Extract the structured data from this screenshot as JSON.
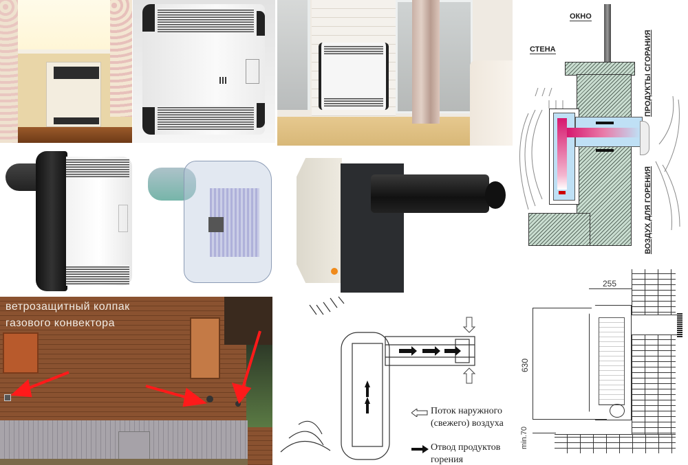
{
  "collage": {
    "tiles": [
      {
        "id": "photo-convector-under-window",
        "kind": "photo"
      },
      {
        "id": "photo-white-convector-front",
        "kind": "photo"
      },
      {
        "id": "photo-convector-interior-room",
        "kind": "photo"
      },
      {
        "id": "diagram-wall-cross-section",
        "kind": "diagram"
      },
      {
        "id": "photo-convector-with-pipe",
        "kind": "photo"
      },
      {
        "id": "render-transparent-convector",
        "kind": "render"
      },
      {
        "id": "photo-convector-side-black-pipe",
        "kind": "photo"
      },
      {
        "id": "photo-house-wall-with-caps",
        "kind": "photo"
      },
      {
        "id": "diagram-airflow-scheme",
        "kind": "diagram"
      },
      {
        "id": "diagram-installation-dimensions",
        "kind": "diagram"
      }
    ]
  },
  "wall_diagram": {
    "label_window": "ОКНО",
    "label_wall": "СТЕНА",
    "label_exhaust": "ПРОДУКТЫ СГОРАНИЯ",
    "label_intake": "ВОЗДУХ ДЛЯ ГОРЕНИЯ",
    "colors": {
      "hatch": "#c9ddd0",
      "heat": "#d6186e",
      "air": "#bfe0f5",
      "flame": "#cc0000"
    }
  },
  "house_photo": {
    "caption_line1": "ветрозащитный колпак",
    "caption_line2": "газового конвектора",
    "arrow_color": "#ff1a1a"
  },
  "airflow_diagram": {
    "legend": [
      {
        "icon": "hollow-arrow-left",
        "line1": "Поток наружного",
        "line2": "(свежего) воздуха"
      },
      {
        "icon": "solid-arrow-right",
        "line1": "Отвод продуктов",
        "line2": "горения"
      }
    ]
  },
  "dimension_diagram": {
    "depth": "255",
    "height": "630",
    "floor_clearance": "min.70"
  }
}
